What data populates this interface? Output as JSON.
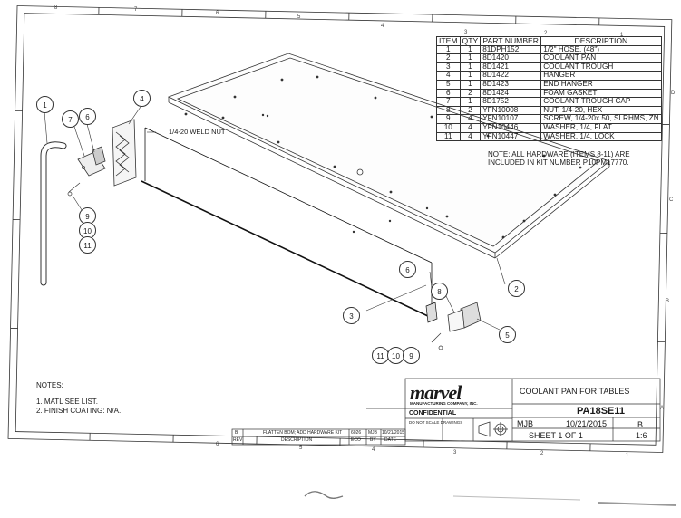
{
  "bom": {
    "headers": [
      "ITEM",
      "QTY",
      "PART NUMBER",
      "DESCRIPTION"
    ],
    "rows": [
      {
        "item": "1",
        "qty": "1",
        "part": "81DPH152",
        "desc": "1/2\" HOSE. (48\")"
      },
      {
        "item": "2",
        "qty": "1",
        "part": "8D1420",
        "desc": "COOLANT PAN"
      },
      {
        "item": "3",
        "qty": "1",
        "part": "8D1421",
        "desc": "COOLANT TROUGH"
      },
      {
        "item": "4",
        "qty": "1",
        "part": "8D1422",
        "desc": "HANGER"
      },
      {
        "item": "5",
        "qty": "1",
        "part": "8D1423",
        "desc": "END HANGER"
      },
      {
        "item": "6",
        "qty": "2",
        "part": "8D1424",
        "desc": "FOAM GASKET"
      },
      {
        "item": "7",
        "qty": "1",
        "part": "8D1752",
        "desc": "COOLANT TROUGH CAP"
      },
      {
        "item": "8",
        "qty": "2",
        "part": "YFN10008",
        "desc": "NUT, 1/4-20, HEX"
      },
      {
        "item": "9",
        "qty": "4",
        "part": "YFN10107",
        "desc": "SCREW, 1/4-20x.50, SLRHMS, ZN"
      },
      {
        "item": "10",
        "qty": "4",
        "part": "YFN10446",
        "desc": "WASHER, 1/4, FLAT"
      },
      {
        "item": "11",
        "qty": "4",
        "part": "YFN10447",
        "desc": "WASHER, 1/4, LOCK"
      }
    ]
  },
  "hardware_note": "NOTE: ALL HARDWARE (ITEMS 8-11) ARE INCLUDED IN KIT NUMBER P10PM17770.",
  "weld_nut_label": "1/4-20 WELD NUT",
  "notes": {
    "heading": "NOTES:",
    "items": [
      "1.   MATL SEE LIST.",
      "2.   FINISH COATING: N/A."
    ]
  },
  "balloons": {
    "b1": "1",
    "b2": "2",
    "b3": "3",
    "b4": "4",
    "b5": "5",
    "b6a": "6",
    "b6b": "6",
    "b7": "7",
    "b8": "8",
    "b9a": "9",
    "b10a": "10",
    "b11a": "11",
    "b11b": "11",
    "b10b": "10",
    "b9b": "9"
  },
  "zones": {
    "top": [
      "8",
      "7",
      "6",
      "5",
      "4",
      "3",
      "2",
      "1"
    ],
    "bottom": [
      "6",
      "5",
      "4",
      "3",
      "2",
      "1"
    ],
    "left_side": [
      "D",
      "C",
      "B",
      "A"
    ]
  },
  "title_block": {
    "company_logo": "marvel",
    "company_sub": "MANUFACTURING COMPANY, INC.",
    "confidential": "CONFIDENTIAL",
    "do_not_scale": "DO NOT SCALE DRAWINGS",
    "title": "COOLANT PAN FOR TABLES",
    "drawing_number": "PA18SE11",
    "drawn_by": "MJB",
    "date": "10/21/2015",
    "revision": "B",
    "sheet": "SHEET 1 OF 1",
    "scale": "1:6"
  },
  "revision_block": {
    "rev": "B",
    "description": "FLATTEN BOM; ADD HARDWARE KIT",
    "eco": "6026",
    "by": "MJB",
    "date": "10/21/2015",
    "header_rev": "REV",
    "header_desc": "DESCRIPTION",
    "header_eco": "ECO",
    "header_by": "BY",
    "header_date": "DATE"
  },
  "colors": {
    "ink": "#1a1a1a",
    "paper": "#ffffff",
    "line": "#333333"
  }
}
